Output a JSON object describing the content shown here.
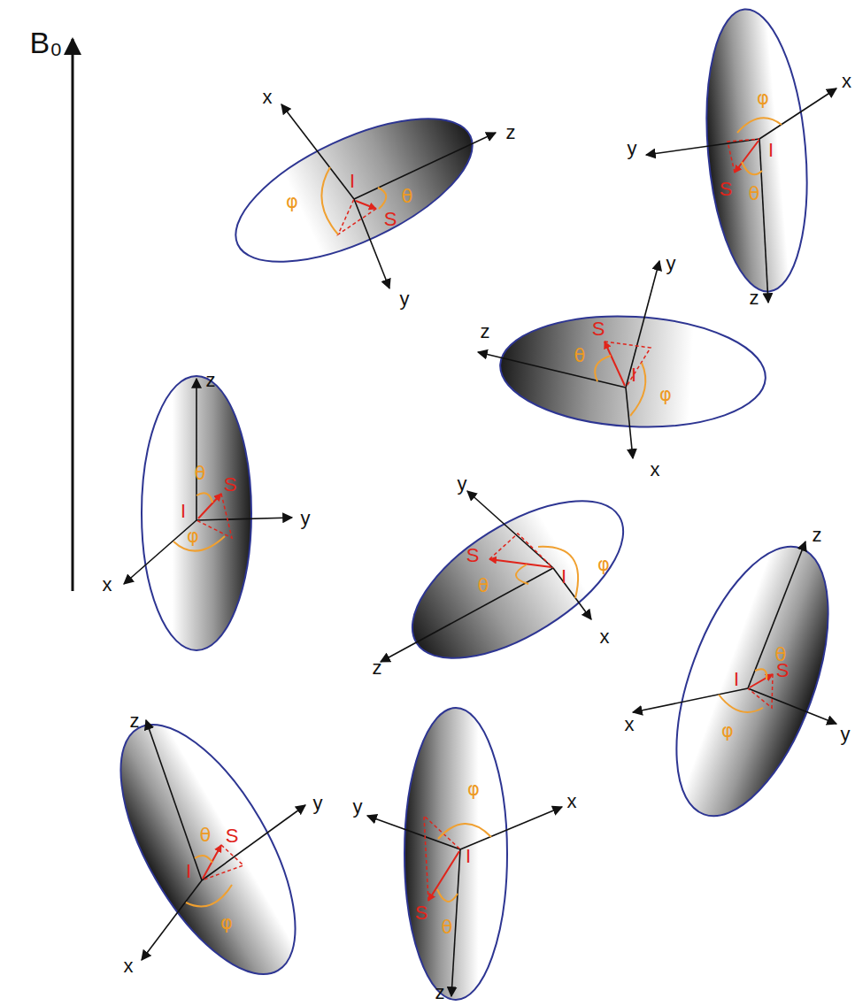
{
  "diagram": {
    "labels": [
      "B₀",
      "x",
      "y",
      "z",
      "I",
      "S",
      "θ",
      "φ",
      "x",
      "y",
      "z",
      "I",
      "S",
      "θ",
      "φ",
      "x",
      "y",
      "z",
      "I",
      "S",
      "θ",
      "φ",
      "x",
      "y",
      "z",
      "I",
      "S",
      "θ",
      "φ",
      "x",
      "y",
      "z",
      "I",
      "S",
      "θ",
      "φ",
      "x",
      "y",
      "z",
      "I",
      "S",
      "θ",
      "φ",
      "x",
      "y",
      "z",
      "I",
      "S",
      "θ",
      "φ",
      "x",
      "y",
      "z",
      "I",
      "S",
      "θ",
      "φ"
    ]
  }
}
